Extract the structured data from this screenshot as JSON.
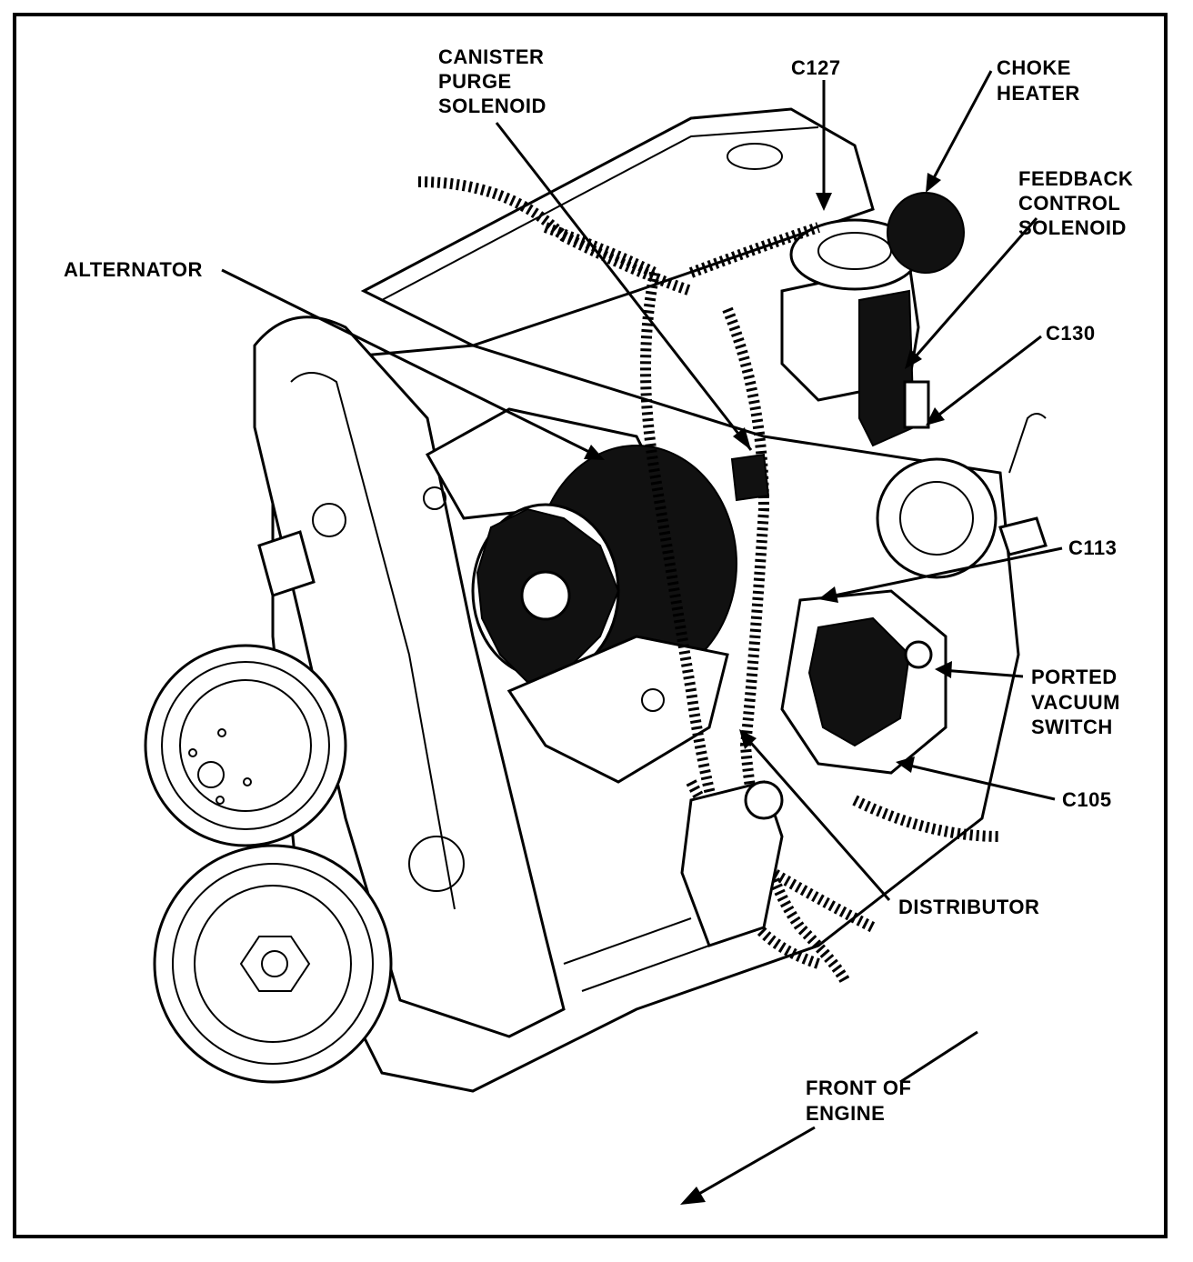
{
  "labels": {
    "canister_purge": [
      "CANISTER",
      "PURGE",
      "SOLENOID"
    ],
    "c127": "C127",
    "choke_heater": [
      "CHOKE",
      "HEATER"
    ],
    "feedback": [
      "FEEDBACK",
      "CONTROL",
      "SOLENOID"
    ],
    "alternator": "ALTERNATOR",
    "c130": "C130",
    "c113": "C113",
    "ported_vacuum": [
      "PORTED",
      "VACUUM",
      "SWITCH"
    ],
    "c105": "C105",
    "distributor": "DISTRIBUTOR",
    "front_of_engine": [
      "FRONT OF",
      "ENGINE"
    ]
  },
  "colors": {
    "ink": "#000000",
    "paper": "#ffffff"
  }
}
